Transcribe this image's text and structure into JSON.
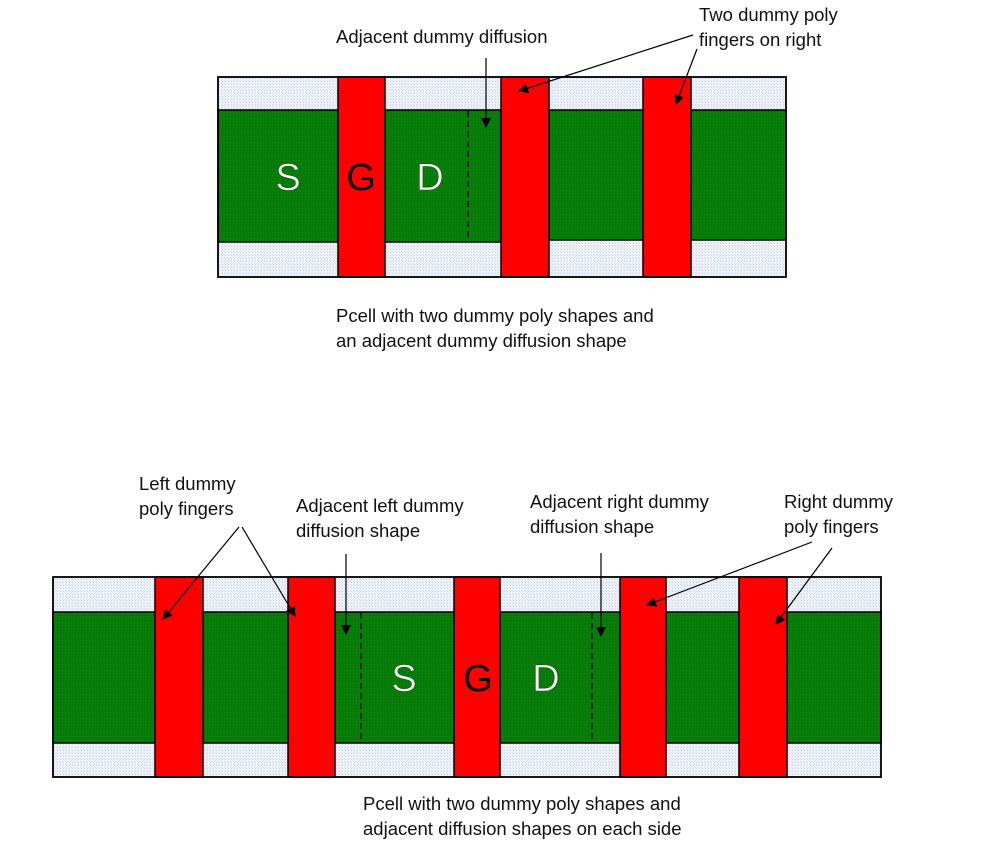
{
  "colors": {
    "diffusion": "#077d07",
    "poly": "#fe0000",
    "substrate": "#e6edf7",
    "outline": "#000000",
    "label_text": "#111111",
    "terminal_light": "#ffffff",
    "terminal_dark": "#000000"
  },
  "diagrams": [
    {
      "id": "top",
      "caption": {
        "line1": "Pcell with two dummy poly shapes and",
        "line2": "an adjacent dummy diffusion shape"
      },
      "terminals": {
        "source": "S",
        "gate": "G",
        "drain": "D"
      },
      "annotations": [
        {
          "id": "adjacent-dummy-diffusion",
          "lines": [
            "Adjacent dummy diffusion"
          ]
        },
        {
          "id": "two-dummy-poly-fingers-right",
          "lines": [
            "Two dummy poly",
            "fingers on right"
          ]
        }
      ],
      "structure": {
        "poly_fingers": [
          "gate",
          "dummy-right-1",
          "dummy-right-2"
        ],
        "dummy_diffusion": [
          "right"
        ]
      }
    },
    {
      "id": "bottom",
      "caption": {
        "line1": "Pcell with two dummy poly shapes and",
        "line2": "adjacent diffusion shapes on each side"
      },
      "terminals": {
        "source": "S",
        "gate": "G",
        "drain": "D"
      },
      "annotations": [
        {
          "id": "left-dummy-poly-fingers",
          "lines": [
            "Left dummy",
            "poly fingers"
          ]
        },
        {
          "id": "adjacent-left-dummy-diffusion",
          "lines": [
            "Adjacent left dummy",
            "diffusion shape"
          ]
        },
        {
          "id": "adjacent-right-dummy-diffusion",
          "lines": [
            "Adjacent right dummy",
            "diffusion shape"
          ]
        },
        {
          "id": "right-dummy-poly-fingers",
          "lines": [
            "Right dummy",
            "poly fingers"
          ]
        }
      ],
      "structure": {
        "poly_fingers": [
          "dummy-left-1",
          "dummy-left-2",
          "gate",
          "dummy-right-1",
          "dummy-right-2"
        ],
        "dummy_diffusion": [
          "left",
          "right"
        ]
      }
    }
  ]
}
